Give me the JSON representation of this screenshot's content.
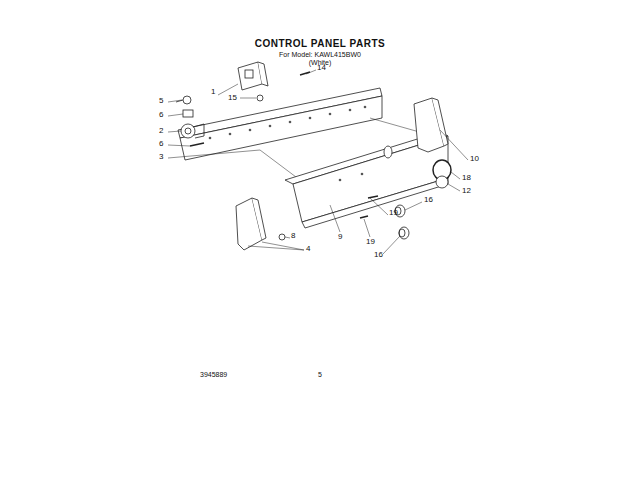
{
  "diagram": {
    "title": "CONTROL PANEL PARTS",
    "labels": [
      "For Model: KAWL415BW0",
      "(White)",
      "14",
      "1",
      "15",
      "5",
      "6",
      "2",
      "6",
      "3",
      "10",
      "18",
      "12",
      "16",
      "19",
      "8",
      "9",
      "19",
      "4",
      "16",
      "3945889",
      "5"
    ]
  }
}
